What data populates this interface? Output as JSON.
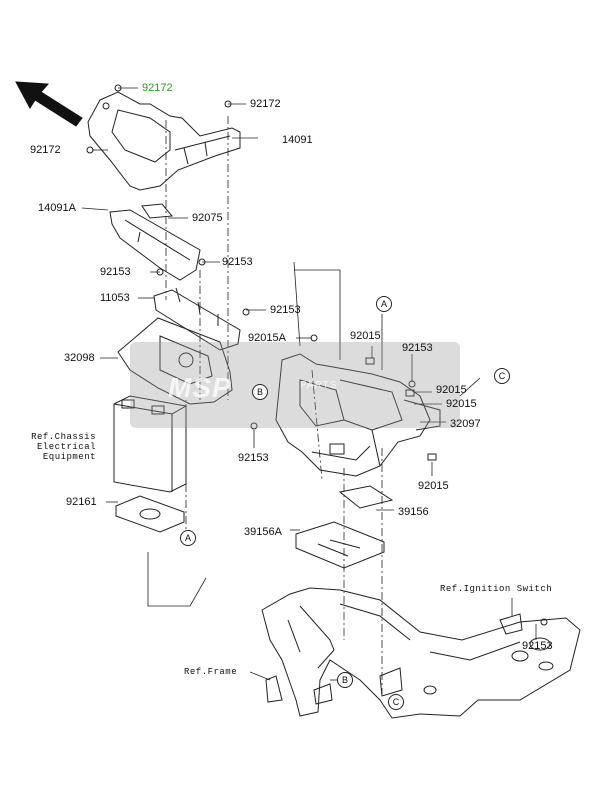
{
  "diagram": {
    "parts": [
      {
        "number": "92172",
        "highlight": true
      },
      {
        "number": "92172"
      },
      {
        "number": "92172"
      },
      {
        "number": "14091"
      },
      {
        "number": "14091A"
      },
      {
        "number": "92075"
      },
      {
        "number": "92153"
      },
      {
        "number": "92153"
      },
      {
        "number": "11053"
      },
      {
        "number": "92153"
      },
      {
        "number": "92015A"
      },
      {
        "number": "32098"
      },
      {
        "number": "92015"
      },
      {
        "number": "92153"
      },
      {
        "number": "92015"
      },
      {
        "number": "92015"
      },
      {
        "number": "32097"
      },
      {
        "number": "92153"
      },
      {
        "number": "92015"
      },
      {
        "number": "92161"
      },
      {
        "number": "39156"
      },
      {
        "number": "39156A"
      },
      {
        "number": "92153"
      }
    ],
    "references": {
      "chassis": "Ref.Chassis\nElectrical\nEquipment",
      "ignition": "Ref.Ignition Switch",
      "frame": "Ref.Frame"
    },
    "markers": [
      "A",
      "A",
      "B",
      "B",
      "C",
      "C"
    ],
    "watermark": {
      "brand": "MSP",
      "sub": "PARTS"
    },
    "colors": {
      "highlight": "#1fa21f",
      "line": "#222222",
      "watermark_box": "#a0a0a0"
    }
  }
}
